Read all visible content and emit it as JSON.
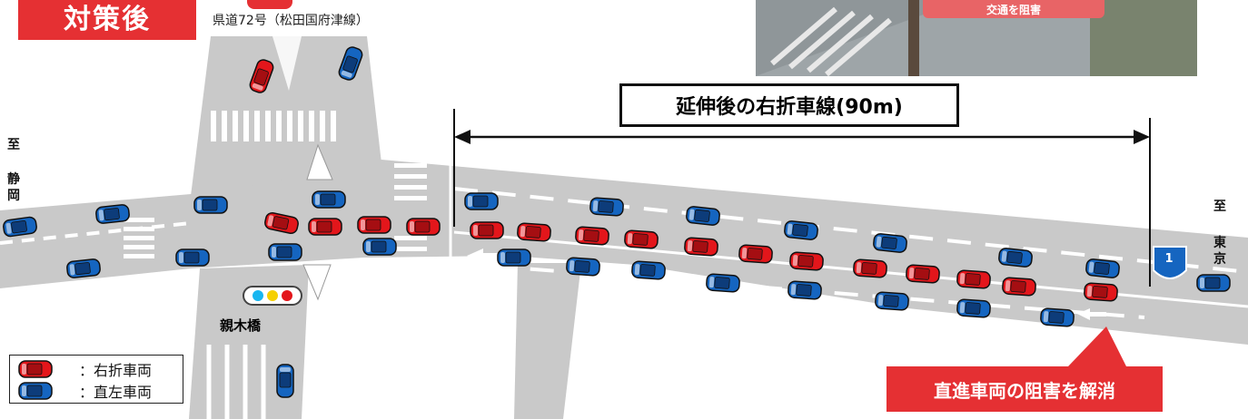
{
  "header": {
    "title": "対策後",
    "route_label": "県道72号（松田国府津線）"
  },
  "photo": {
    "caption": "交通を阻害"
  },
  "lane": {
    "label": "延伸後の右折車線(90m)"
  },
  "destinations": {
    "left_to": "至",
    "left_name_1": "静",
    "left_name_2": "岡",
    "right_to": "至",
    "right_name_1": "東",
    "right_name_2": "京"
  },
  "intersection": {
    "name": "親木橋"
  },
  "route_shield": {
    "number": "1"
  },
  "legend": {
    "right_turn": "：右折車両",
    "straight_left": "：直左車両"
  },
  "callout": {
    "text": "直進車両の阻害を解消"
  },
  "colors": {
    "accent_red": "#e53033",
    "car_red": "#e3161b",
    "car_blue": "#1565c0",
    "road": "#c9c9c9"
  }
}
